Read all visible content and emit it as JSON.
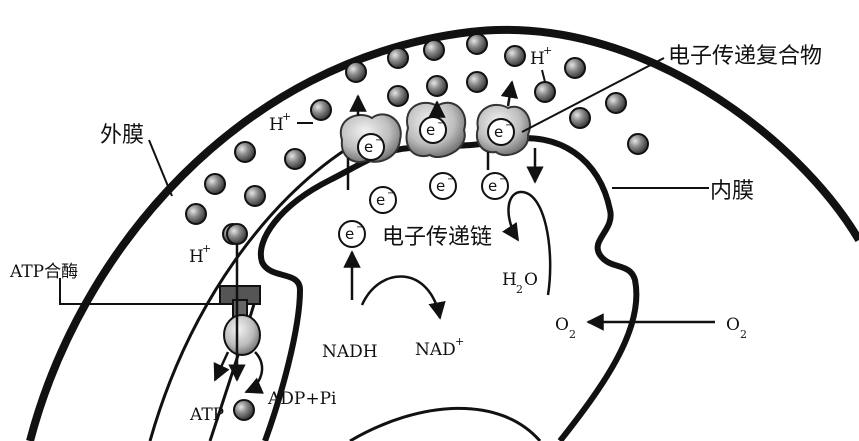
{
  "labels": {
    "outer_membrane": "外膜",
    "inner_membrane": "内膜",
    "etc_complex": "电子传递复合物",
    "etc_chain": "电子传递链",
    "atp_synthase": "ATP合酶",
    "nadh": "NADH",
    "nad_plus": "NAD",
    "nad_plus_sup": "+",
    "h2o_h": "H",
    "h2o_sub": "2",
    "h2o_o": "O",
    "o2_left": "O",
    "o2_left_sub": "2",
    "o2_right": "O",
    "o2_right_sub": "2",
    "atp": "ATP",
    "adp_pi": "ADP+Pi",
    "h_plus": "H",
    "h_plus_sup": "+",
    "electron": "e",
    "electron_sup": "−"
  },
  "colors": {
    "ink": "#111111",
    "proton_fill": "#8a8a8a",
    "complex_fill": "#d9d9d9",
    "membrane": "#111111"
  }
}
